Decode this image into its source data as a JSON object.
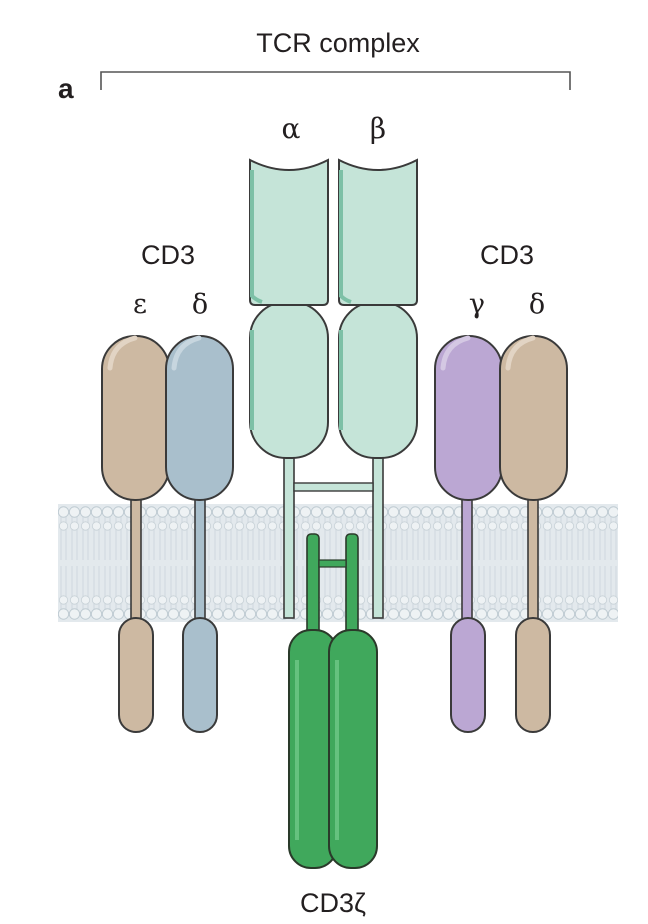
{
  "figure": {
    "panel_label": "a",
    "complex_label": "TCR complex",
    "left_group": {
      "label": "CD3",
      "chains": [
        "ε",
        "δ"
      ]
    },
    "tcr_chains": [
      "α",
      "β"
    ],
    "right_group": {
      "label": "CD3",
      "chains": [
        "γ",
        "δ"
      ]
    },
    "zeta_label": "CD3ζ"
  },
  "colors": {
    "epsilon": "#cdb9a2",
    "delta_left": "#a9bfcc",
    "tcr": "#c5e4d8",
    "gamma": "#bba7d3",
    "delta_right": "#cdb9a2",
    "zeta": "#40a85c",
    "membrane": "#dde4ea"
  }
}
